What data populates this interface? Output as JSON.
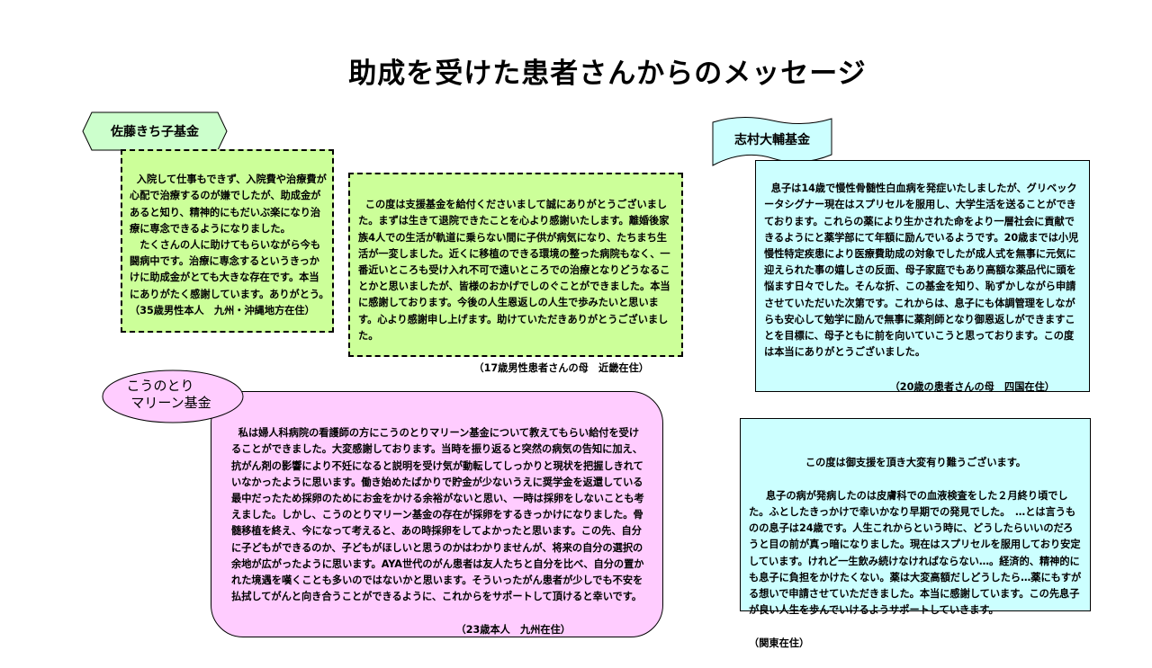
{
  "title": "助成を受けた患者さんからのメッセージ",
  "funds": {
    "sato": "佐藤きち子基金",
    "shimura": "志村大輔基金",
    "kounotori": [
      "こうのとり",
      "マリーン基金"
    ]
  },
  "messages": {
    "sato_1": {
      "body": "入院して仕事もできず、入院費や治療費が心配で治療するのが嫌でしたが、助成金があると知り、精神的にもだいぶ楽になり治療に専念できるようになりました。\n　たくさんの人に助けてもらいながら今も闘病中です。治療に専念するというきっかけに助成金がとても大きな存在です。本当にありがたく感謝しています。ありがとう。　（35歳男性本人　九州・沖縄地方在住）"
    },
    "sato_2": {
      "body": "この度は支援基金を給付くださいまして誠にありがとうございました。まずは生きて退院できたことを心より感謝いたします。離婚後家族4人での生活が軌道に乗らない間に子供が病気になり、たちまち生活が一変しました。近くに移植のできる環境の整った病院もなく、一番近いところも受け入れ不可で遠いところでの治療となりどうなることかと思いましたが、皆様のおかげでしのぐことができました。本当に感謝しております。今後の人生恩返しの人生で歩みたいと思います。心より感謝申し上げます。助けていただきありがとうございました。",
      "signature": "（17歳男性患者さんの母　近畿在住）"
    },
    "shimura_1": {
      "body": "息子は14歳で慢性骨髄性白血病を発症いたしましたが、グリベックータシグナー現在はスプリセルを服用し、大学生活を送ることができております。これらの薬により生かされた命をより一層社会に貢献できるようにと薬学部にて年額に励んでいるようです。20歳までは小児慢性特定疾患により医療費助成の対象でしたが成人式を無事に元気に迎えられた事の嬉しさの反面、母子家庭でもあり高額な薬品代に頭を悩ます日々でした。そんな折、この基金を知り、恥ずかしながら申請させていただいた次第です。これからは、息子にも体調管理をしながらも安心して勉学に励んで無事に薬剤師となり御恩返しができますことを目標に、母子ともに前を向いていこうと思っております。この度は本当にありがとうございました。",
      "signature": "（20歳の患者さんの母　四国在住）"
    },
    "shimura_2": {
      "opening": "この度は御支援を頂き大変有り難うございます。",
      "body": "　息子の病が発病したのは皮膚科での血液検査をした２月終り頃でした。ふとしたきっかけで幸いかなり早期での発見でした。　…とは言うものの息子は24歳です。人生これからという時に、どうしたらいいのだろうと目の前が真っ暗になりました。現在はスプリセルを服用しており安定しています。けれど一生飲み続けなければならない…。経済的、精神的にも息子に負担をかけたくない。薬は大変高額だしどうしたら…薬にもすがる想いで申請させていただきました。本当に感謝しています。この先息子が良い人生を歩んでいけるようサポートしていきます。",
      "signature": "（関東在住）"
    },
    "kounotori_1": {
      "body": "私は婦人科病院の看護師の方にこうのとりマリーン基金について教えてもらい給付を受けることができました。大変感謝しております。当時を振り返ると突然の病気の告知に加え、抗がん剤の影響により不妊になると説明を受け気が動転してしっかりと現状を把握しきれていなかったように思います。働き始めたばかりで貯金が少ないうえに奨学金を返還している最中だったため採卵のためにお金をかける余裕がないと思い、一時は採卵をしないことも考えました。しかし、こうのとりマリーン基金の存在が採卵をするきっかけになりました。骨髄移植を終え、今になって考えると、あの時採卵をしてよかったと思います。この先、自分に子どもができるのか、子どもがほしいと思うのかはわかりませんが、将来の自分の選択の余地が広がったように思います。AYA世代のがん患者は友人たちと自分を比べ、自分の置かれた境遇を嘆くことも多いのではないかと思います。そういったがん患者が少しでも不安を払拭してがんと向き合うことができるように、これからをサポートして頂けると幸いです。",
      "signature": "（23歳本人　九州在住）"
    }
  },
  "colors": {
    "green_box": "#ccff99",
    "cyan_box": "#ccffff",
    "pink_box": "#ffccff",
    "sato_label": "#ccffcc",
    "shimura_label": "#ccffff",
    "kounotori_label": "#ffccff"
  }
}
